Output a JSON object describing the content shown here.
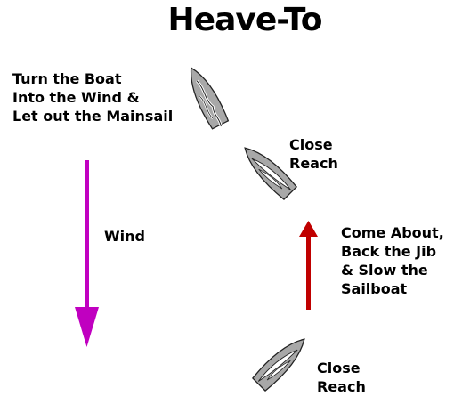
{
  "title": "Heave-To",
  "labels": {
    "turn_into_wind": "Turn the Boat\nInto the Wind &\nLet out the Mainsail",
    "close_reach_top": "Close\nReach",
    "come_about": "Come About,\nBack the Jib\n& Slow the\nSailboat",
    "close_reach_bottom": "Close\nReach",
    "wind": "Wind"
  },
  "colors": {
    "wind_arrow": "#c000c0",
    "action_arrow": "#c00000",
    "hull": "#a8a8a8",
    "hull_outline": "#222222",
    "sail": "#ffffff"
  }
}
